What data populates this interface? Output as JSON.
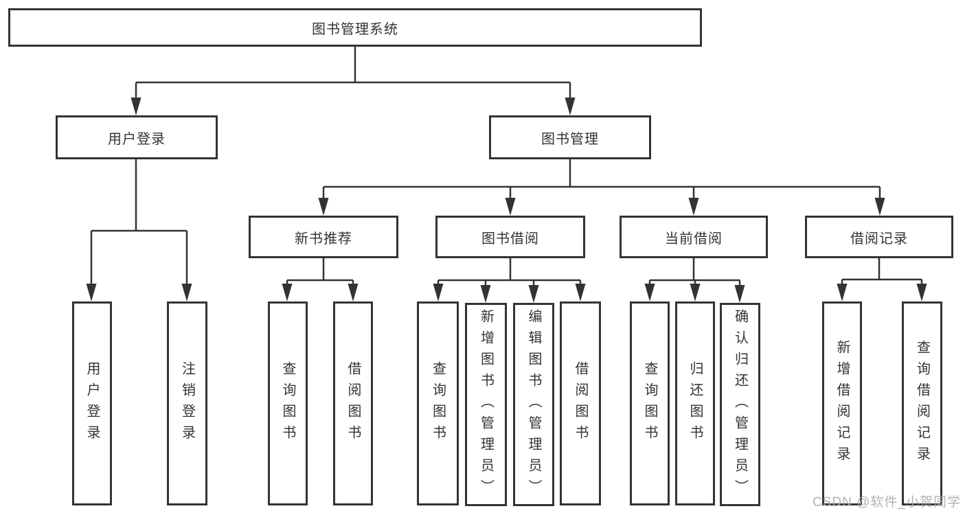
{
  "diagram": {
    "type": "tree",
    "tree": {
      "label": "图书管理系统",
      "children": [
        {
          "label": "用户登录",
          "children": [
            {
              "label": "用户登录"
            },
            {
              "label": "注销登录"
            }
          ]
        },
        {
          "label": "图书管理",
          "children": [
            {
              "label": "新书推荐",
              "children": [
                {
                  "label": "查询图书"
                },
                {
                  "label": "借阅图书"
                }
              ]
            },
            {
              "label": "图书借阅",
              "children": [
                {
                  "label": "查询图书"
                },
                {
                  "label": "新增图书（管理员）"
                },
                {
                  "label": "编辑图书（管理员）"
                },
                {
                  "label": "借阅图书"
                }
              ]
            },
            {
              "label": "当前借阅",
              "children": [
                {
                  "label": "查询图书"
                },
                {
                  "label": "归还图书"
                },
                {
                  "label": "确认归还（管理员）"
                }
              ]
            },
            {
              "label": "借阅记录",
              "children": [
                {
                  "label": "新增借阅记录"
                },
                {
                  "label": "查询借阅记录"
                }
              ]
            }
          ]
        }
      ]
    },
    "colors": {
      "line": "#333333",
      "box_background": "#ffffff",
      "page_background": "#ffffff",
      "watermark": "#adadad"
    }
  },
  "watermark": {
    "text": "CSDN @软件_小贺同学"
  }
}
